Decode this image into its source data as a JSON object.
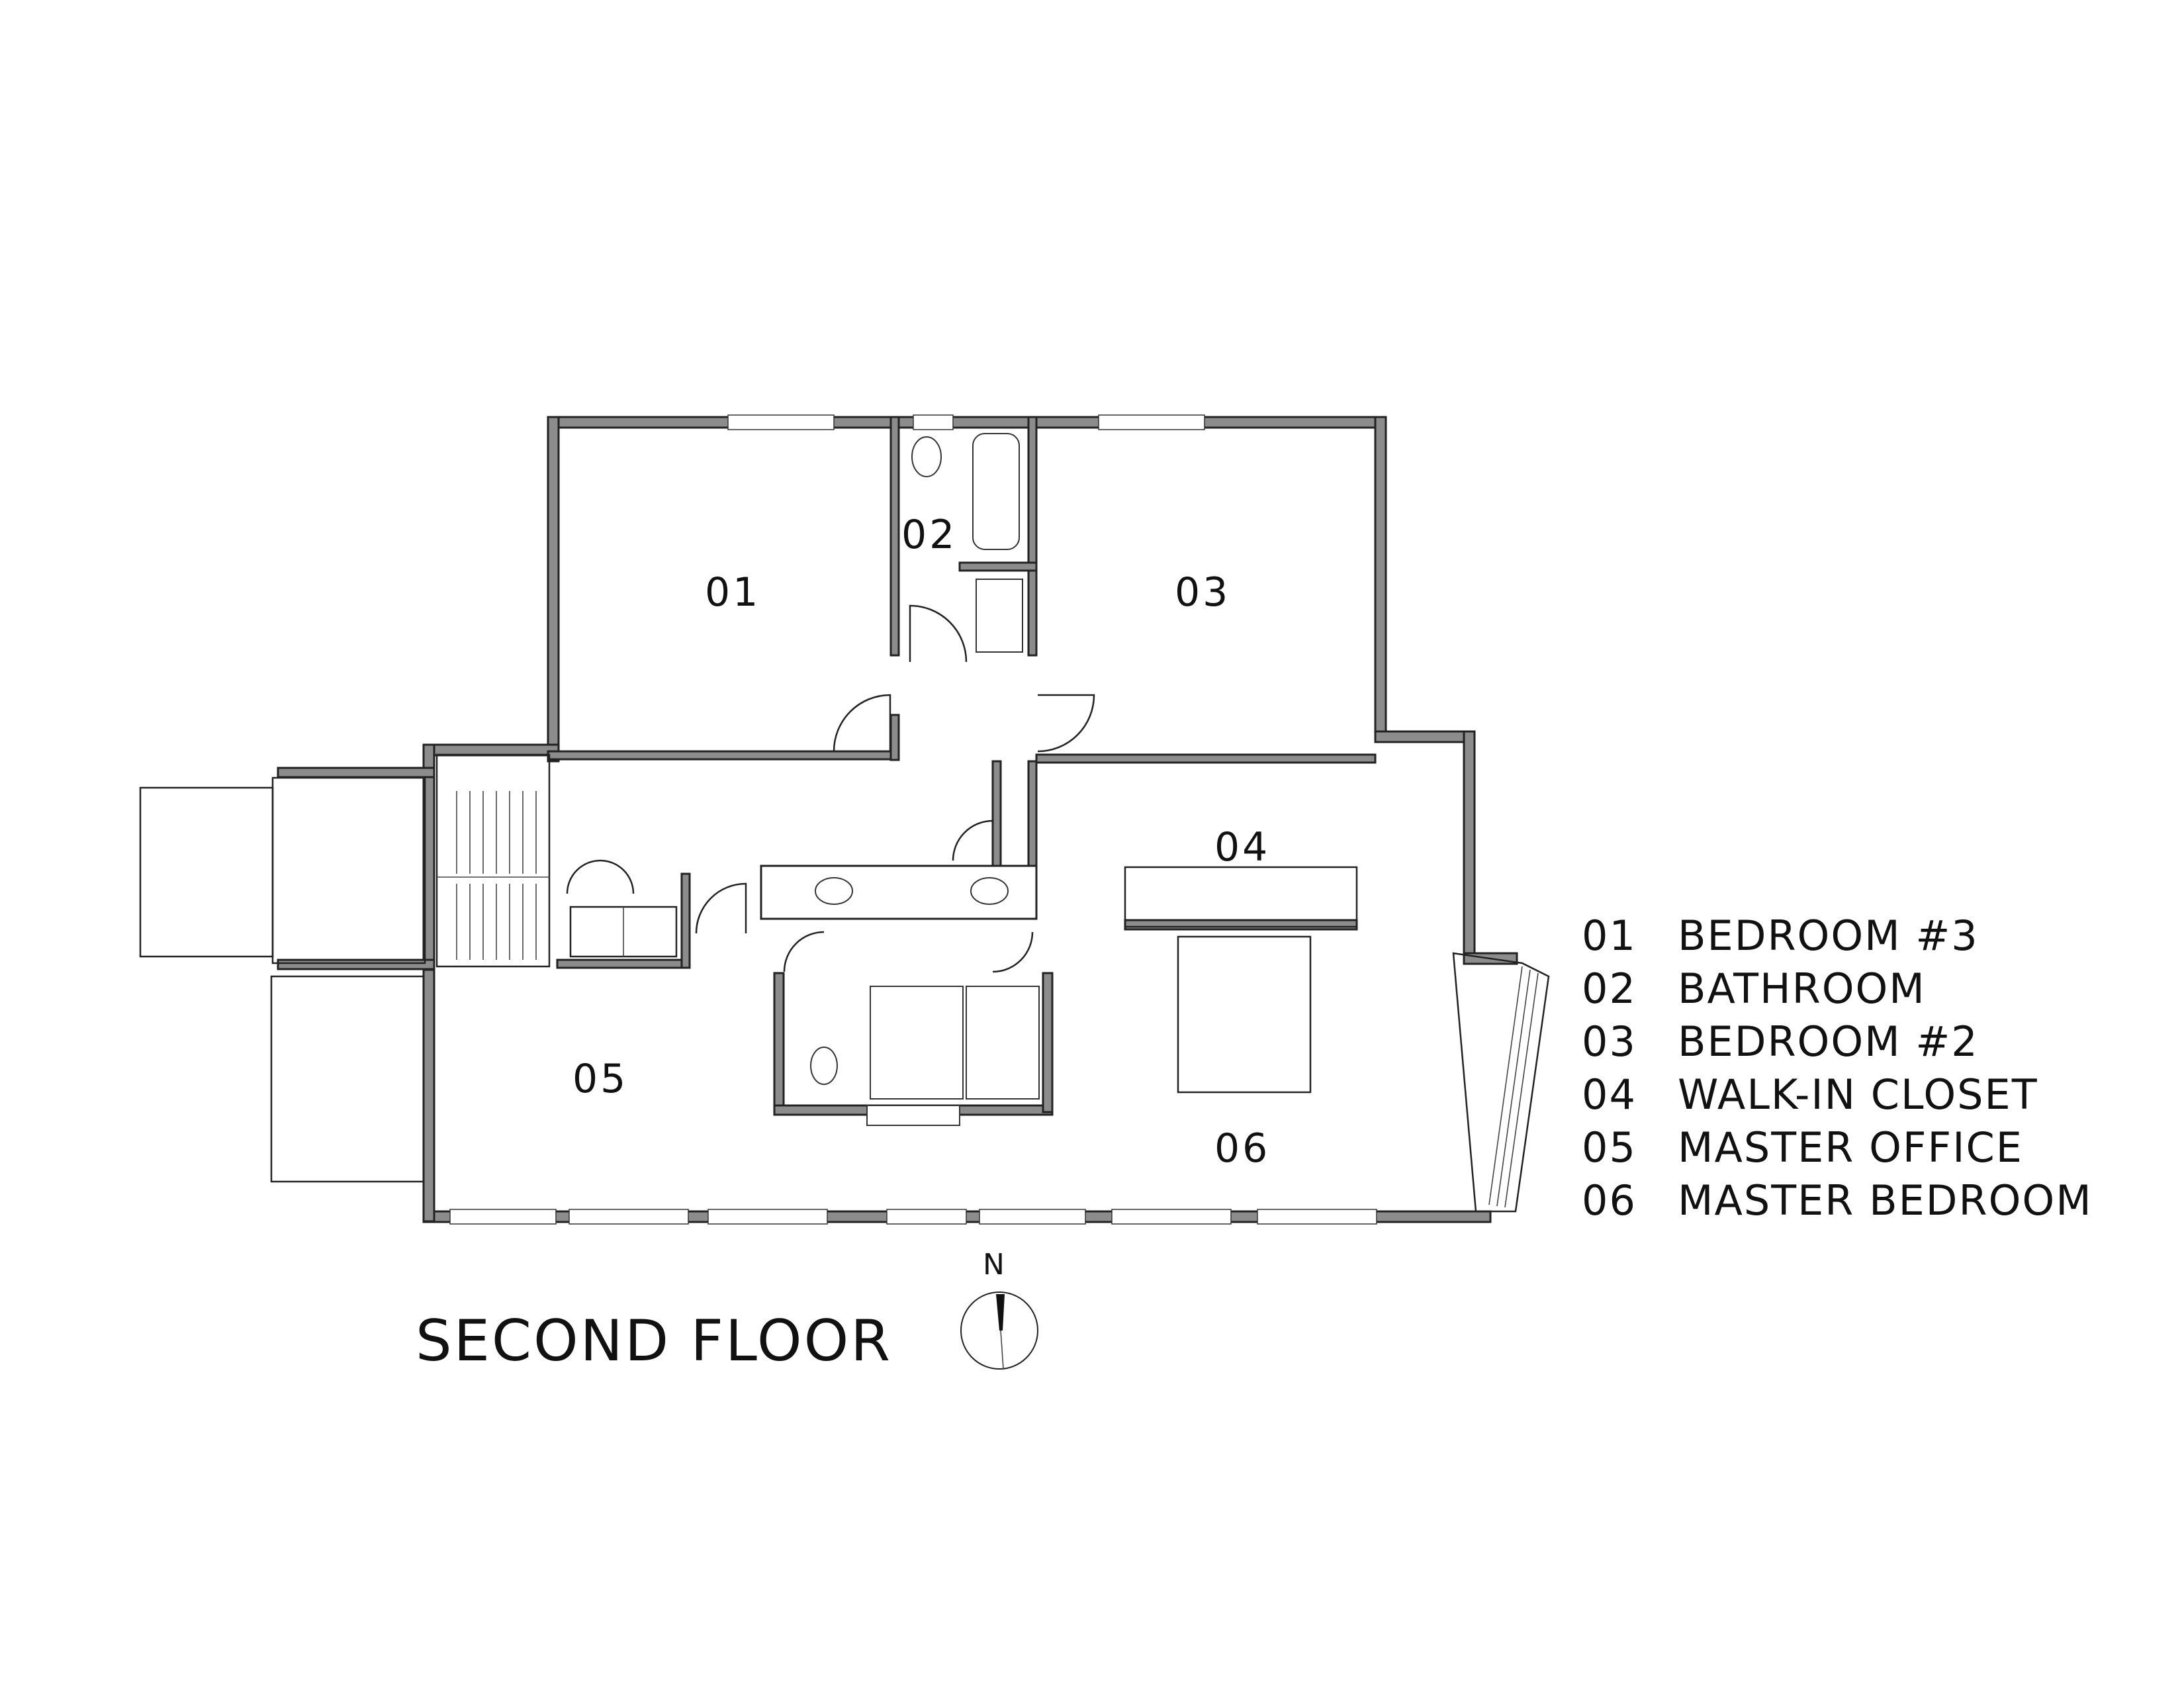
{
  "rooms": [
    {
      "number": "01",
      "name": "BEDROOM #3"
    },
    {
      "number": "02",
      "name": "BATHROOM"
    },
    {
      "number": "03",
      "name": "BEDROOM #2"
    },
    {
      "number": "04",
      "name": "WALK-IN CLOSET"
    },
    {
      "number": "05",
      "name": "MASTER OFFICE"
    },
    {
      "number": "06",
      "name": "MASTER BEDROOM"
    }
  ],
  "title": "SECOND FLOOR",
  "north_arrow": {
    "label": "N"
  }
}
